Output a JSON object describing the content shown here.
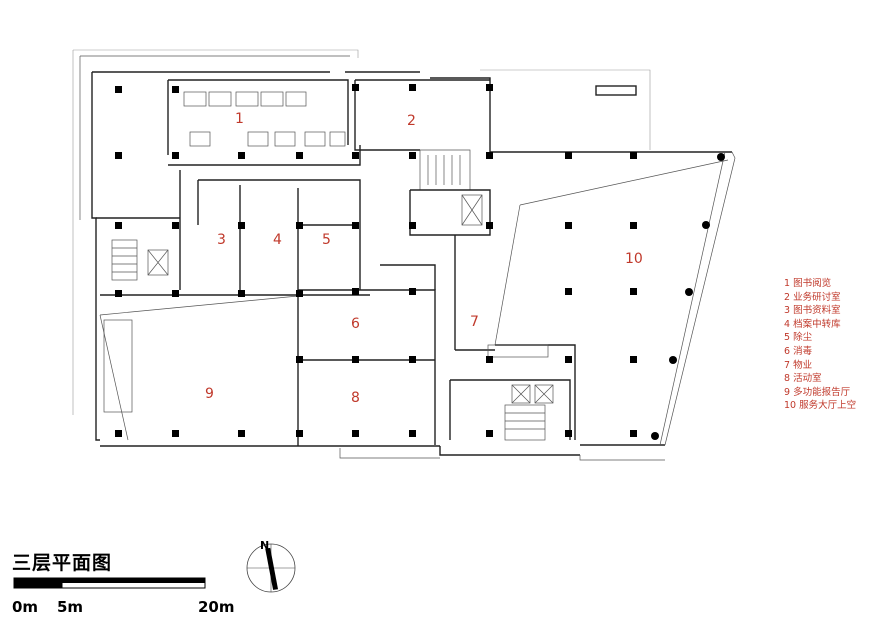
{
  "title": "三层平面图",
  "scale_bar": {
    "labels": [
      "0m",
      "5m",
      "20m"
    ]
  },
  "north_label": "N",
  "rooms": [
    {
      "num": "1"
    },
    {
      "num": "2"
    },
    {
      "num": "3"
    },
    {
      "num": "4"
    },
    {
      "num": "5"
    },
    {
      "num": "6"
    },
    {
      "num": "7"
    },
    {
      "num": "8"
    },
    {
      "num": "9"
    },
    {
      "num": "10"
    }
  ],
  "legend": [
    "1 图书阅览",
    "2 业务研讨室",
    "3 图书资料室",
    "4 档案中转库",
    "5 除尘",
    "6 消毒",
    "7 物业",
    "8 活动室",
    "9 多功能报告厅",
    "10 服务大厅上空"
  ],
  "colors": {
    "room_label": "#c0392b",
    "wall": "#222222",
    "column": "#000000"
  }
}
